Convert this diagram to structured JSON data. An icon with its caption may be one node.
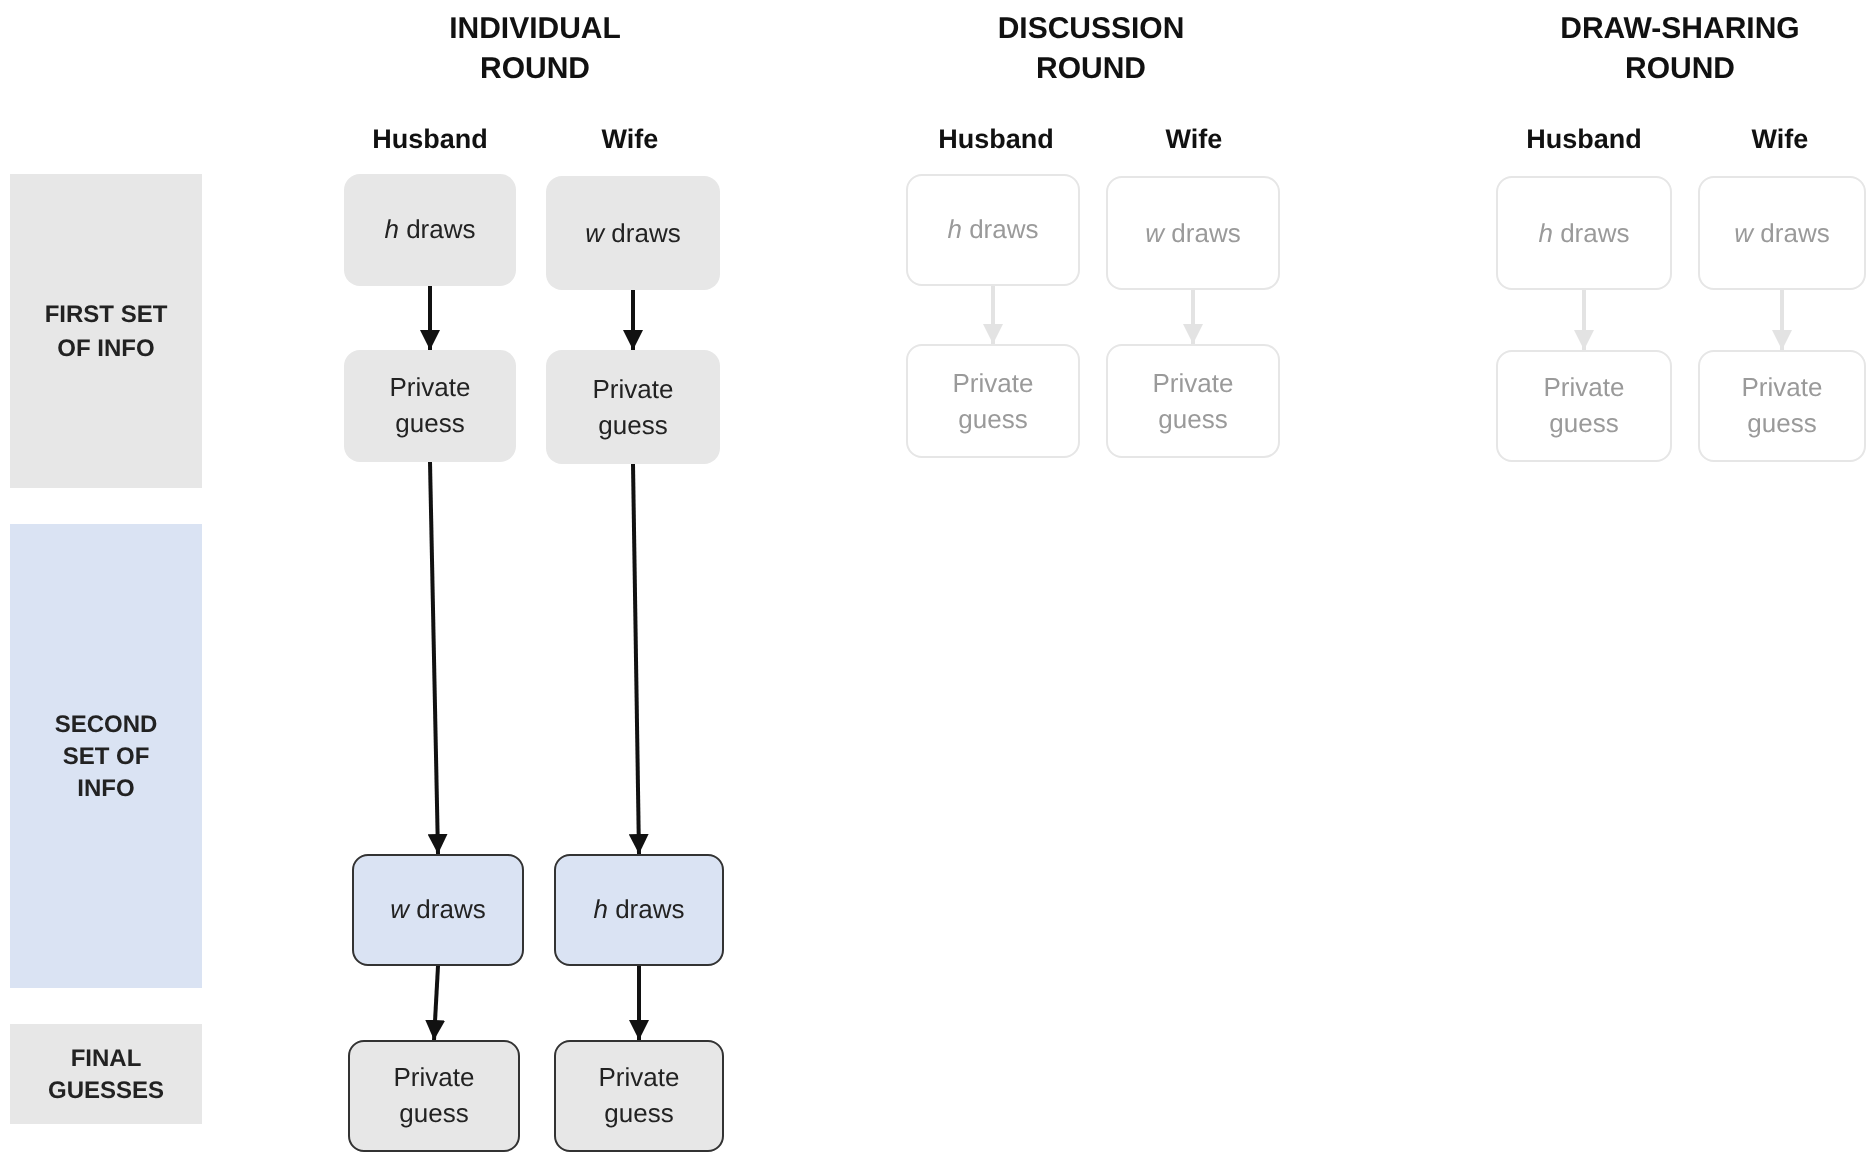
{
  "diagram": {
    "nodes": [
      {
        "text": [
          "FIRST SET OF INFO"
        ]
      },
      {
        "text": [
          "SECOND SET OF INFO"
        ]
      },
      {
        "text": [
          "FINAL GUESSES"
        ]
      },
      {
        "text": [
          "*h* draws"
        ]
      },
      {
        "text": [
          "*w* draws"
        ]
      },
      {
        "text": [
          "Private guess"
        ]
      },
      {
        "text": [
          "Private guess"
        ]
      },
      {
        "text": [
          "*w* draws"
        ]
      },
      {
        "text": [
          "*h* draws"
        ]
      },
      {
        "text": [
          "Private guess"
        ]
      },
      {
        "text": [
          "Private guess"
        ]
      },
      {
        "text": [
          "*h* draws"
        ]
      },
      {
        "text": [
          "*w* draws"
        ]
      },
      {
        "text": [
          "Private guess"
        ]
      },
      {
        "text": [
          "Private guess"
        ]
      },
      {
        "text": [
          "*h* draws"
        ]
      },
      {
        "text": [
          "*w* draws"
        ]
      },
      {
        "text": [
          "Private guess"
        ]
      },
      {
        "text": [
          "Private guess"
        ]
      }
    ],
    "edges": [
      {
        "from": 3,
        "to": 5,
        "arrow": "to"
      },
      {
        "from": 4,
        "to": 6,
        "arrow": "to"
      },
      {
        "from": 5,
        "to": 7,
        "arrow": "to"
      },
      {
        "from": 6,
        "to": 8,
        "arrow": "to"
      },
      {
        "from": 7,
        "to": 9,
        "arrow": "to"
      },
      {
        "from": 8,
        "to": 10,
        "arrow": "to"
      },
      {
        "from": 11,
        "to": 13,
        "arrow": "to",
        "color": "#e3e3e3"
      },
      {
        "from": 12,
        "to": 14,
        "arrow": "to",
        "color": "#e3e3e3"
      },
      {
        "from": 15,
        "to": 17,
        "arrow": "to",
        "color": "#e3e3e3"
      },
      {
        "from": 16,
        "to": 18,
        "arrow": "to",
        "color": "#e3e3e3"
      }
    ],
    "labels": [
      "INDIVIDUAL ROUND",
      "DISCUSSION ROUND",
      "DRAW-SHARING ROUND",
      "Husband",
      "Wife",
      "Husband",
      "Wife",
      "Husband",
      "Wife"
    ]
  }
}
